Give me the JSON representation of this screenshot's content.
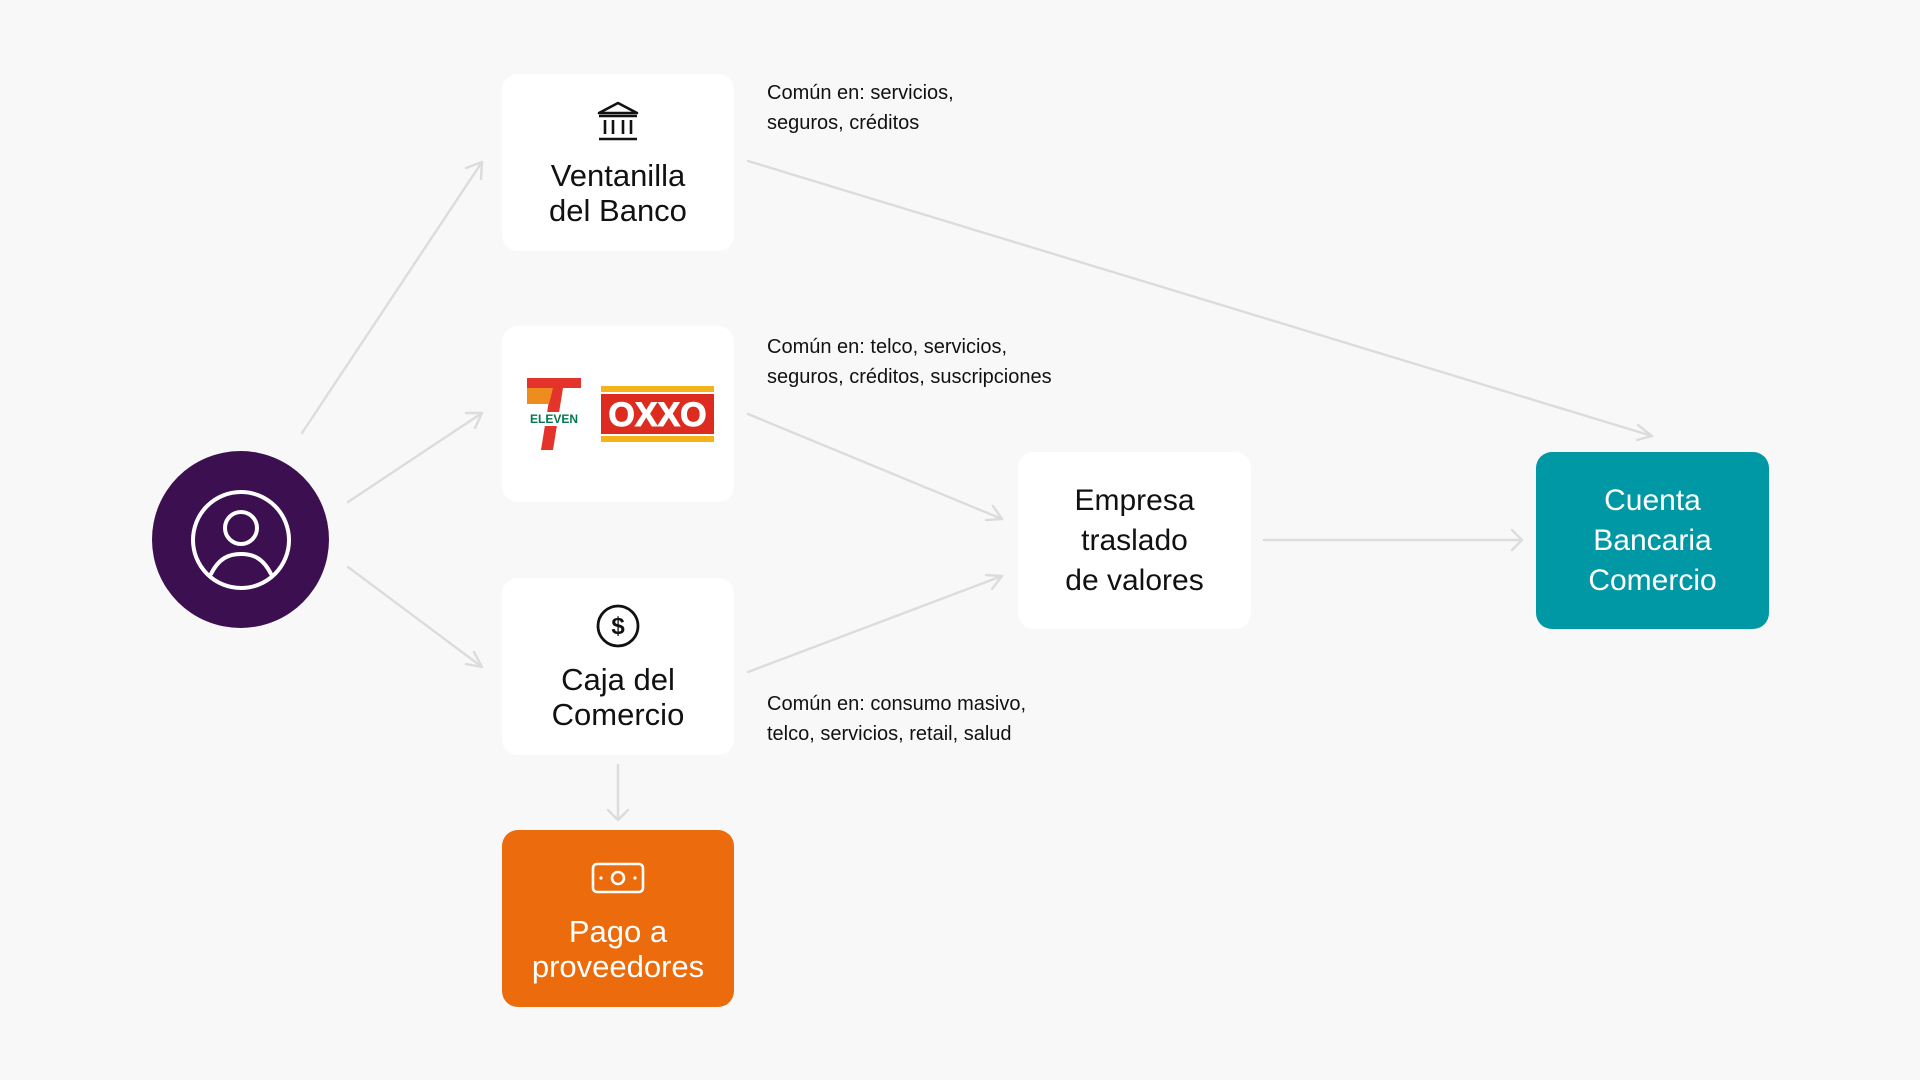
{
  "nodes": {
    "bank": {
      "label": "Ventanilla\ndel Banco",
      "icon": "bank-icon"
    },
    "stores": {
      "logos": [
        "7-ELEVEN",
        "OXXO"
      ]
    },
    "caja": {
      "label": "Caja del\nComercio",
      "icon": "dollar-coin-icon"
    },
    "pago": {
      "label": "Pago a\nproveedores",
      "icon": "banknote-icon"
    },
    "empresa": {
      "label": "Empresa\ntraslado\nde valores"
    },
    "cuenta": {
      "label": "Cuenta\nBancaria\nComercio"
    },
    "user": {
      "icon": "user-avatar-icon"
    }
  },
  "notes": {
    "bank": "Común en: servicios,\nseguros, créditos",
    "stores": "Común en: telco, servicios,\nseguros, créditos, suscripciones",
    "caja": "Común en: consumo masivo,\ntelco, servicios, retail, salud"
  },
  "logos": {
    "seven_eleven_text": "ELEVEN",
    "oxxo_text": "OXXO"
  },
  "colors": {
    "background": "#f8f8f8",
    "user_circle": "#3c1050",
    "pago_box": "#ec6b0c",
    "cuenta_box": "#0198a6",
    "arrow": "#dcdcdc"
  }
}
